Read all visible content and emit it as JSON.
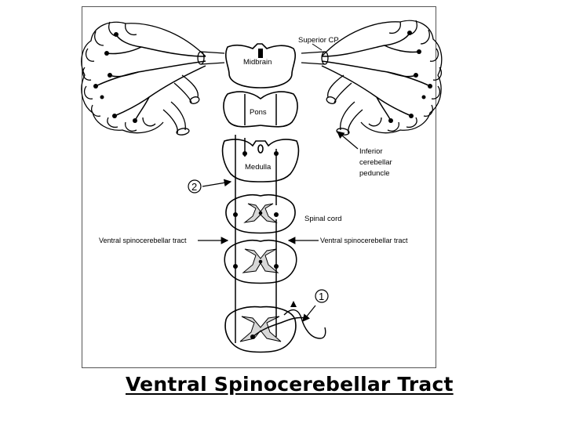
{
  "labels": {
    "superior_cp": "Superior CP",
    "midbrain": "Midbrain",
    "pons": "Pons",
    "medulla": "Medulla",
    "spinal_cord": "Spinal cord",
    "inferior_peduncle_line1": "Inferior",
    "inferior_peduncle_line2": "cerebellar",
    "inferior_peduncle_line3": "peduncle",
    "vsct_left": "Ventral spinocerebellar tract",
    "vsct_right": "Ventral spinocerebellar tract"
  },
  "markers": {
    "one": "1",
    "two": "2"
  },
  "title": "Ventral Spinocerebellar Tract"
}
